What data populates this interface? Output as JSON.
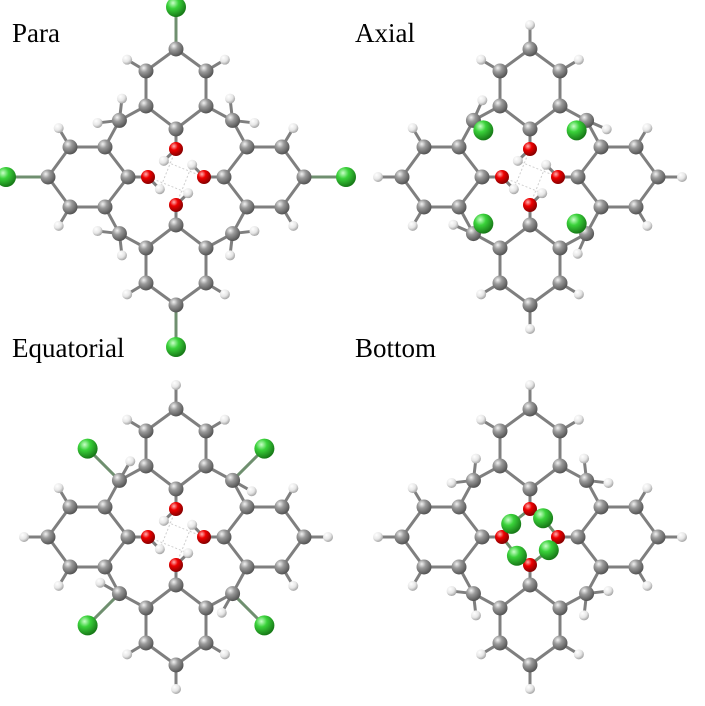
{
  "panels": [
    {
      "id": "para",
      "label": "Para",
      "substituent": "para"
    },
    {
      "id": "axial",
      "label": "Axial",
      "substituent": "axial"
    },
    {
      "id": "equatorial",
      "label": "Equatorial",
      "substituent": "equatorial"
    },
    {
      "id": "bottom",
      "label": "Bottom",
      "substituent": "bottom"
    }
  ],
  "colors": {
    "background": "#ffffff",
    "carbon": "#8a8a8a",
    "hydrogen": "#eeeeee",
    "oxygen": "#e00000",
    "chlorine": "#33cc33",
    "bond": "#7f7f7f",
    "hbond": "#cfcfcf",
    "label": "#000000"
  },
  "icons": {
    "carbon": "grey-sphere",
    "hydrogen": "white-sphere",
    "oxygen": "red-sphere",
    "chlorine": "green-sphere"
  }
}
